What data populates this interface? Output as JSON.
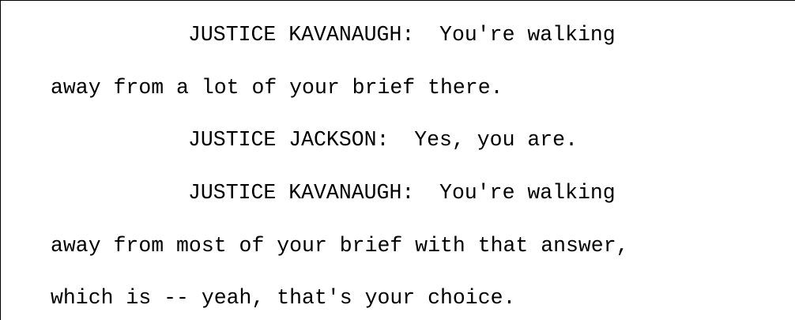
{
  "transcript": {
    "lines": [
      "JUSTICE KAVANAUGH:  You're walking",
      "away from a lot of your brief there.",
      "JUSTICE JACKSON:  Yes, you are.",
      "JUSTICE KAVANAUGH:  You're walking",
      "away from most of your brief with that answer,",
      "which is -- yeah, that's your choice."
    ]
  }
}
